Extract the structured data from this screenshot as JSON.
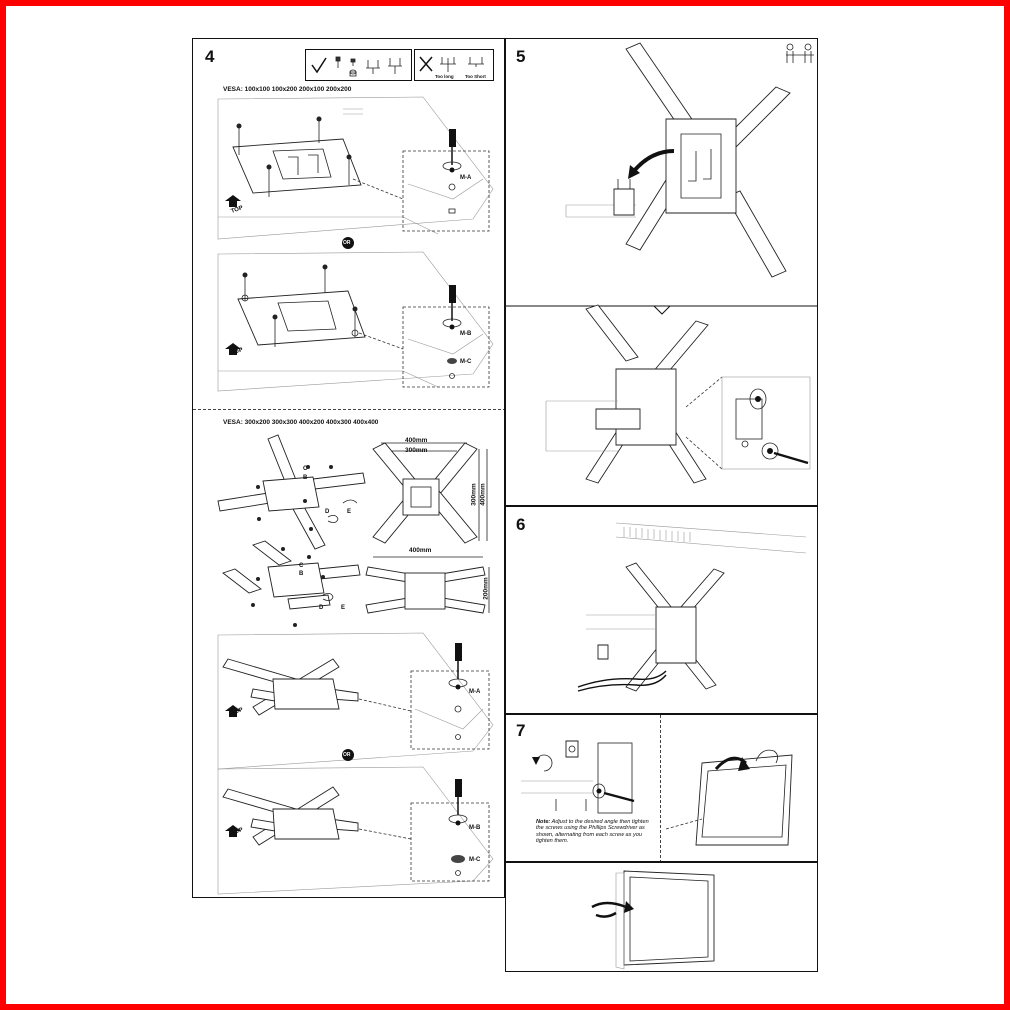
{
  "steps": {
    "s4": {
      "number": "4",
      "vesa_small": "VESA: 100x100 100x200 200x100 200x200",
      "vesa_large": "VESA: 300x200 300x300 400x200 400x300 400x400",
      "legend": {
        "too_long": "Too long",
        "too_short": "Too Short"
      },
      "or_label": "OR",
      "top_label": "TOP",
      "screw_ma": "M-A",
      "screw_mb": "M-B",
      "screw_mc": "M-C",
      "part_c": "C",
      "part_b": "B",
      "part_d": "D",
      "part_e": "E",
      "dim_400": "400mm",
      "dim_300": "300mm",
      "dim_200": "200mm"
    },
    "s5": {
      "number": "5"
    },
    "s6": {
      "number": "6"
    },
    "s7": {
      "number": "7",
      "note_title": "Note:",
      "note_body": "Adjust to the desired angle then tighten the screws using the Phillips Screwdriver as shown, alternating from each screw as you tighten them."
    }
  },
  "icons": [
    "check-icon",
    "cross-icon",
    "screwdriver-icon",
    "two-person-icon",
    "rotate-arrow-icon"
  ]
}
